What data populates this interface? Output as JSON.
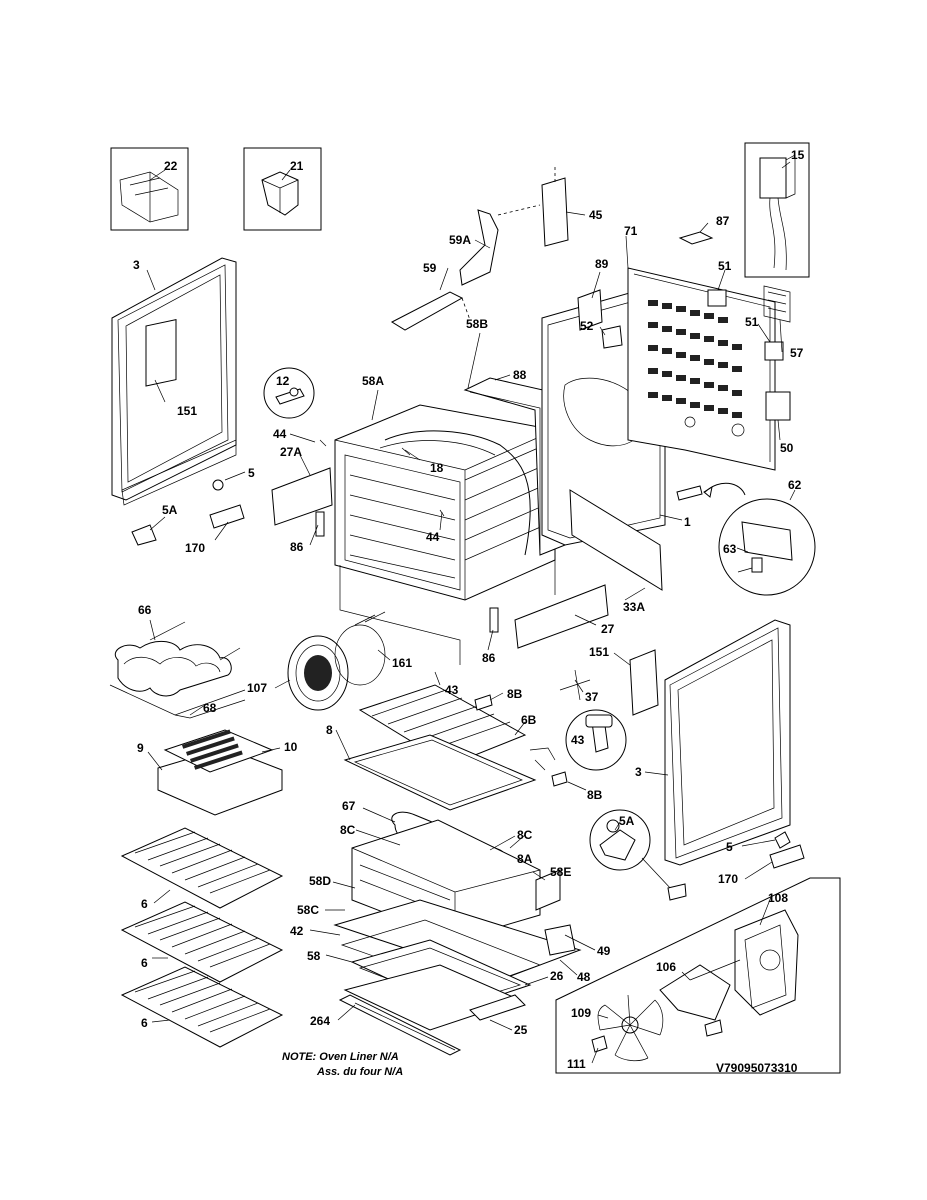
{
  "diagram": {
    "labels": {
      "p22": "22",
      "p21": "21",
      "p15": "15",
      "p45": "45",
      "p87": "87",
      "p71": "71",
      "p59A": "59A",
      "p59": "59",
      "p89": "89",
      "p51a": "51",
      "p51b": "51",
      "p57": "57",
      "p52": "52",
      "p58B": "58B",
      "p88": "88",
      "p58A": "58A",
      "p3a": "3",
      "p151a": "151",
      "p12": "12",
      "p44a": "44",
      "p18": "18",
      "p27A": "27A",
      "p5a": "5",
      "p5Aa": "5A",
      "p170a": "170",
      "p86a": "86",
      "p44b": "44",
      "p50": "50",
      "p1": "1",
      "p62": "62",
      "p63": "63",
      "p33A": "33A",
      "p27": "27",
      "p66": "66",
      "p161": "161",
      "p86b": "86",
      "p151b": "151",
      "p107": "107",
      "p43a": "43",
      "p8Ba": "8B",
      "p37": "37",
      "p68": "68",
      "p8": "8",
      "p6B": "6B",
      "p43b": "43",
      "p9": "9",
      "p10": "10",
      "p8Bb": "8B",
      "p3b": "3",
      "p67": "67",
      "p8Ca": "8C",
      "p8Cb": "8C",
      "p8A": "8A",
      "p5Ab": "5A",
      "p5b": "5",
      "p58D": "58D",
      "p58E": "58E",
      "p170b": "170",
      "p6a": "6",
      "p58C": "58C",
      "p42": "42",
      "p49": "49",
      "p108": "108",
      "p6b": "6",
      "p58": "58",
      "p26": "26",
      "p48": "48",
      "p106": "106",
      "p264": "264",
      "p25": "25",
      "p109": "109",
      "p6c": "6",
      "p111": "111"
    },
    "note_line1": "NOTE: Oven Liner N/A",
    "note_line2": "Ass. du four N/A",
    "model_number": "V79095073310"
  }
}
